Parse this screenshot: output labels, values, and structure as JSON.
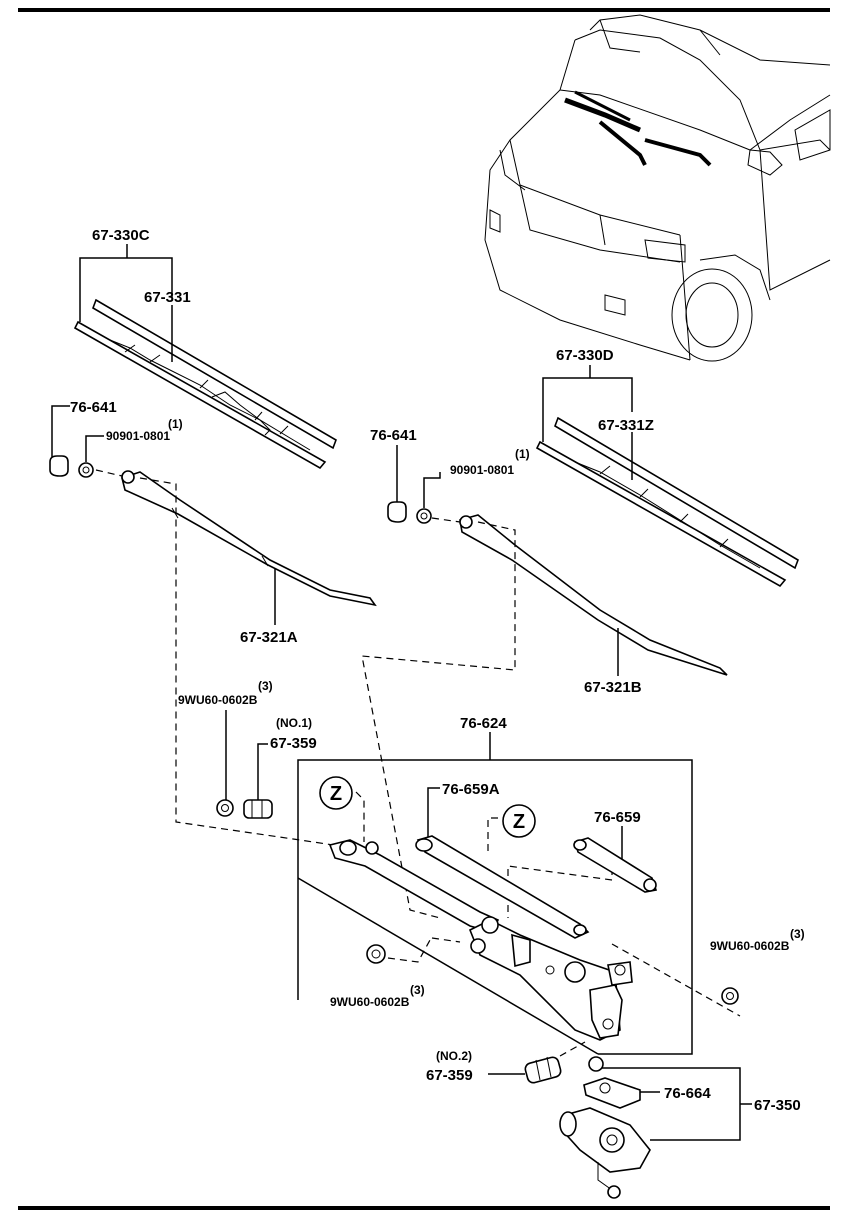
{
  "labels": {
    "blade_assy_left": "67-330C",
    "blade_rubber_left": "67-331",
    "cap_left": "76-641",
    "nut_left_qty": "(1)",
    "nut_left": "90901-0801",
    "arm_left": "67-321A",
    "blade_assy_right": "67-330D",
    "blade_rubber_right": "67-331Z",
    "cap_right": "76-641",
    "nut_right_qty": "(1)",
    "nut_right": "90901-0801",
    "arm_right": "67-321B",
    "pivot_nut_upper_qty": "(3)",
    "pivot_nut_upper": "9WU60-0602B",
    "pivot_no1_tag": "(NO.1)",
    "pivot_no1": "67-359",
    "link_assy": "76-624",
    "link_rod_a": "76-659A",
    "link_rod": "76-659",
    "z_marker": "Z",
    "nut_right_side_qty": "(3)",
    "nut_right_side": "9WU60-0602B",
    "nut_lower_qty": "(3)",
    "nut_lower": "9WU60-0602B",
    "pivot_no2_tag": "(NO.2)",
    "pivot_no2": "67-359",
    "motor_bracket": "76-664",
    "motor": "67-350"
  }
}
